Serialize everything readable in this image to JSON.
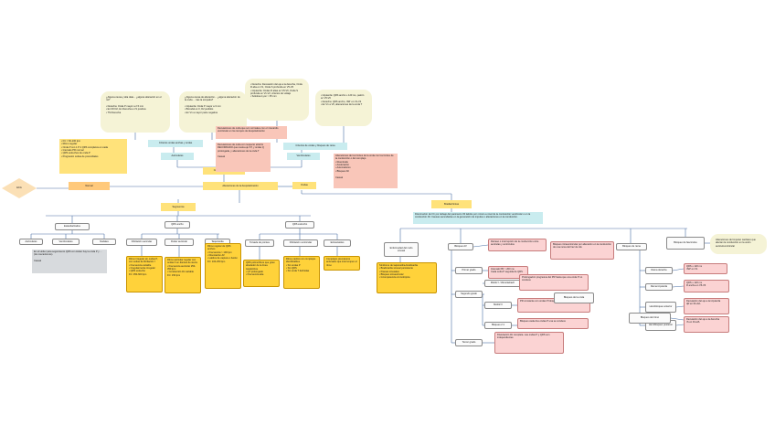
{
  "nodes": [
    {
      "id": "start",
      "cls": "c-diamond",
      "text": "ECG"
    },
    {
      "id": "normal",
      "cls": "c-orange center",
      "text": "Normal"
    },
    {
      "id": "alteraciones",
      "cls": "c-yellow center",
      "text": "Alteraciones de la despolarización"
    },
    {
      "id": "ondas",
      "cls": "c-yellow center",
      "text": "Ondas"
    },
    {
      "id": "criterios",
      "cls": "c-yellow center",
      "text": "Criterios anormales"
    },
    {
      "id": "normal-list",
      "cls": "c-yellow",
      "text": "• FC = 60-100 lpm\n• Ritmo regular\n• Onda P con 1 P:1 QRS completos en cada\n• Intervalo PR normal\n• QRS estrechos de onda P\n• Progresión ondas de precordiales"
    },
    {
      "id": "auricular",
      "cls": "c-cyan center",
      "text": "Auriculares"
    },
    {
      "id": "ventricular",
      "cls": "c-cyan center",
      "text": "Ventriculares"
    },
    {
      "id": "aur-text",
      "cls": "c-cyan center",
      "text": "Criterios ondas anchas y ondas"
    },
    {
      "id": "ven-text",
      "cls": "c-cyan center",
      "text": "Criterios de ondas y bloqueo de rama"
    },
    {
      "id": "q1",
      "cls": "c-cream",
      "text": "¿Alguna causa y alta data... ¿alguna alteración en el rol?\n\n• Derecha: Onda P mayor a 2.5 mm\n• En DII D2, En Derecha a V1 positiva\n• TSI Derecha"
    },
    {
      "id": "q2",
      "cls": "c-cream",
      "text": "¿Alguna causa de alteración... ¿alguna alteración de la onda ... tras la simpatía?\n\n• Izquierda: Onda P mayor a 3 mm\n• Bimodal en II, D2 pedidos\n• En V1 a mayor parte negativa"
    },
    {
      "id": "q3",
      "cls": "c-cream",
      "text": "• Derecha: Desviación del eje a la derecha, Onda R alta en V1, Onda S profunda en V5-V6\n• Izquierda: Ondas R altas en V5-V6, Onda S profunda en V1-V2, criterios de voltaje\n• Sokolow-Lyon > 35 mm"
    },
    {
      "id": "q4",
      "cls": "c-cream",
      "text": "• Izquierda: QRS ancho ≥ 120 ms, patrón en V5-V6\n• Derecha: QRS ancho, rSR' en V1-V2\n• En V1 a V6, alteraciones de la onda T"
    },
    {
      "id": "salmon1",
      "cls": "c-salmon",
      "text": "Desviaciones de onda que son normales con el miocardio ventricular en los tiempos de despolarización"
    },
    {
      "id": "salmon2",
      "cls": "c-salmon",
      "text": "Desviaciones de onda con respecto al ECG RECORDADO que revela eje ST, y ondas Q prolongada, y alteraciones de la onda T\n\nCasual"
    },
    {
      "id": "salmon3",
      "cls": "c-salmon",
      "text": "Alteraciones de los límites de la onda con los limites de la conducción o del complejo\n• Reentrada\n• Aceleración\n• Automatismo\n• Bloqueo AV\n\nCasual"
    },
    {
      "id": "segmentos",
      "cls": "c-yellow center",
      "text": "Segmentos"
    },
    {
      "id": "bradiarritmias",
      "cls": "c-yellow center",
      "text": "Bradiarritmias"
    },
    {
      "id": "brady-desc",
      "cls": "c-cyan",
      "text": "Disminución de FC por debajo del parámetro 60 latidos por minuto a nivel de la contracción ventricular o en la conducción AV. Causas secundarias en la generación de impulso o alteraciones en la conducción."
    },
    {
      "id": "estandarizados",
      "cls": "c-white center",
      "text": "Estandarizados"
    },
    {
      "id": "qrs-ancho",
      "cls": "c-white center",
      "text": "QRS ancho"
    },
    {
      "id": "qrs-estrecho",
      "cls": "c-white center",
      "text": "QRS estrecho"
    },
    {
      "id": "auriculares2",
      "cls": "c-white center",
      "text": "Auriculares"
    },
    {
      "id": "ventriculares2",
      "cls": "c-white center",
      "text": "Ventriculares"
    },
    {
      "id": "nodales",
      "cls": "c-white center",
      "text": "Nodales"
    },
    {
      "id": "gray-box",
      "cls": "c-gray",
      "text": "En el Holter para seguimiento QRS con Holter hay la onda P y ... (los mecanismos).\n\nCasual"
    },
    {
      "id": "fib-auricular",
      "cls": "c-white center",
      "text": "Fibrilación auricular"
    },
    {
      "id": "flutter",
      "cls": "c-white center",
      "text": "Flutter auricular"
    },
    {
      "id": "taquicardia",
      "cls": "c-white center",
      "text": "Taquicardia"
    },
    {
      "id": "torsades",
      "cls": "c-white center",
      "text": "Torsade de pointes"
    },
    {
      "id": "fib-vent",
      "cls": "c-white center",
      "text": "Fibrilación ventricular"
    },
    {
      "id": "extrasistoles",
      "cls": "c-white center",
      "text": "Extrasístoles"
    },
    {
      "id": "fa-desc",
      "cls": "c-gold",
      "text": "Ritmo irregular sin ondas P, con ondas de fibrilación f\n• Frecuencia variable\n• Irregularmente irregular\n• QRS estrecho\nFC: 350-600 lpm"
    },
    {
      "id": "fl-desc",
      "cls": "c-gold",
      "text": "Ritmo auricular regular con ondas F en dientes de sierra\n• Frecuencia auricular 250-350 lpm\n• Conducción AV variable\nFC: 150 lpm"
    },
    {
      "id": "tv-desc",
      "cls": "c-gold",
      "text": "Ritmo regular de QRS anchos\n• Frecuencia > 100 lpm\n• Disociación AV\n• Latidos de captura o fusión\nFC: 100-250 lpm"
    },
    {
      "id": "tdp-desc",
      "cls": "c-gold",
      "text": "QRS polimórficos que giran alrededor de la línea isoeléctrica\n• QT prolongado\n• Frecuencia alta"
    },
    {
      "id": "fv-desc",
      "cls": "c-gold",
      "text": "Ritmo caótico sin complejos identificables\n• Sin ondas P\n• Sin QRS\n• Sin onda T definidas"
    },
    {
      "id": "ex-desc",
      "cls": "c-gold",
      "text": "Complejos prematuros anómalos que interrumpen el ritmo"
    },
    {
      "id": "enf-nodo",
      "cls": "c-white center",
      "text": "Enfermedad del nodo sinusal"
    },
    {
      "id": "bloqueo-av",
      "cls": "c-white center",
      "text": "Bloqueo AV"
    },
    {
      "id": "bloqueo-rama",
      "cls": "c-white center",
      "text": "Bloqueo de rama"
    },
    {
      "id": "bloqueo-fasc",
      "cls": "c-white center",
      "text": "Bloqueo de fascículos"
    },
    {
      "id": "enf-desc",
      "cls": "c-gold",
      "text": "Síndrome de taquicardia-bradicardia\n• Bradicardia sinusal persistente\n• Pausas sinusales\n• Bloqueo sinoauricular\n• Incompetencia cronotrópica"
    },
    {
      "id": "bav-desc",
      "cls": "c-pink",
      "text": "Retraso o interrupción de la conducción entre aurículas y ventrículos"
    },
    {
      "id": "bav-right",
      "cls": "c-pink",
      "text": "Bloqueo intraventricular por alteración en la conducción de una rama del haz de His"
    },
    {
      "id": "primer",
      "cls": "c-white center",
      "text": "Primer grado"
    },
    {
      "id": "segundo",
      "cls": "c-white center",
      "text": "Segundo grado"
    },
    {
      "id": "tercer",
      "cls": "c-white center",
      "text": "Tercer grado"
    },
    {
      "id": "primer-desc",
      "cls": "c-pink",
      "text": "Intervalo PR > 200 ms\nCada onda P seguida de QRS"
    },
    {
      "id": "mobitz1",
      "cls": "c-white center",
      "text": "Mobitz I / Wenckebach"
    },
    {
      "id": "mobitz2",
      "cls": "c-white center",
      "text": "Mobitz II"
    },
    {
      "id": "avanzado",
      "cls": "c-white center",
      "text": "Bloqueo 2:1"
    },
    {
      "id": "m1-desc",
      "cls": "c-pink",
      "text": "Prolongación progresiva del PR hasta que una onda P no conduce"
    },
    {
      "id": "m2-desc",
      "cls": "c-pink",
      "text": "PR constante con ondas P bloqueadas de forma súbita"
    },
    {
      "id": "av-desc",
      "cls": "c-pink",
      "text": "Bloqueo cada dos ondas P una se conduce"
    },
    {
      "id": "tercer-desc",
      "cls": "c-pink",
      "text": "Disociación AV completa. Las ondas P y QRS son independientes"
    },
    {
      "id": "rama-der",
      "cls": "c-white center",
      "text": "Rama derecha"
    },
    {
      "id": "rama-izq",
      "cls": "c-white center",
      "text": "Rama izquierda"
    },
    {
      "id": "hemi-ant",
      "cls": "c-white center",
      "text": "Hemibloqueo anterior"
    },
    {
      "id": "hemi-post",
      "cls": "c-white center",
      "text": "Hemibloqueo posterior"
    },
    {
      "id": "rd-desc",
      "cls": "c-pink",
      "text": "QRS ≥ 120 ms\nrSR' en V1"
    },
    {
      "id": "ri-desc",
      "cls": "c-pink",
      "text": "QRS ≥ 120 ms\nR ancha en V5-V6"
    },
    {
      "id": "ha-desc",
      "cls": "c-pink",
      "text": "Desviación del eje a la izquierda\nqR en DI-aVL"
    },
    {
      "id": "hp-desc",
      "cls": "c-pink",
      "text": "Desviación del eje a la derecha\nrS en DI-aVL"
    },
    {
      "id": "bloqueo-right",
      "cls": "c-white center",
      "text": "Bloqueo de la onda"
    },
    {
      "id": "bloqueo-far",
      "cls": "c-white center",
      "text": "Bloqueo del ritmo"
    },
    {
      "id": "far-desc",
      "cls": "c-cream",
      "text": "Alteraciones del impulso cardíaco que afectan la conducción en la unión auriculoventricular"
    }
  ]
}
